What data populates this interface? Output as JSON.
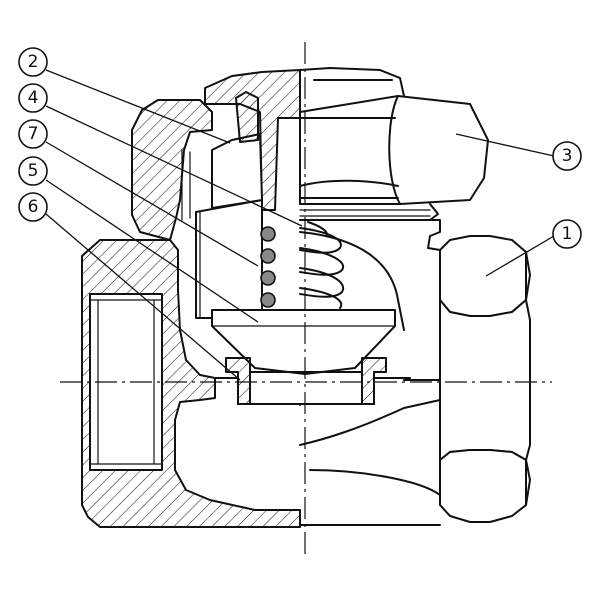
{
  "drawing": {
    "callouts": [
      {
        "id": "1",
        "label": "1"
      },
      {
        "id": "2",
        "label": "2"
      },
      {
        "id": "3",
        "label": "3"
      },
      {
        "id": "4",
        "label": "4"
      },
      {
        "id": "5",
        "label": "5"
      },
      {
        "id": "6",
        "label": "6"
      },
      {
        "id": "7",
        "label": "7"
      }
    ]
  }
}
